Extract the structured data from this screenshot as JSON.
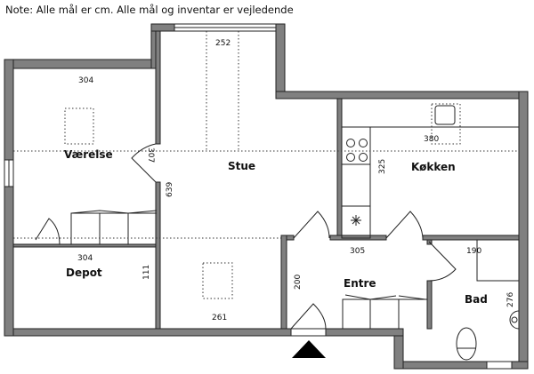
{
  "note": "Note: Alle mål er cm. Alle mål og inventar er vejledende",
  "rooms": [
    {
      "name": "Værelse",
      "dims": [
        "304",
        "307"
      ]
    },
    {
      "name": "Stue",
      "dims": [
        "252",
        "639",
        "261"
      ]
    },
    {
      "name": "Køkken",
      "dims": [
        "380",
        "325"
      ]
    },
    {
      "name": "Depot",
      "dims": [
        "304",
        "111"
      ]
    },
    {
      "name": "Entre",
      "dims": [
        "305",
        "200"
      ]
    },
    {
      "name": "Bad",
      "dims": [
        "190",
        "276"
      ]
    }
  ],
  "colors": {
    "wall": "#808080",
    "line": "#222222"
  }
}
